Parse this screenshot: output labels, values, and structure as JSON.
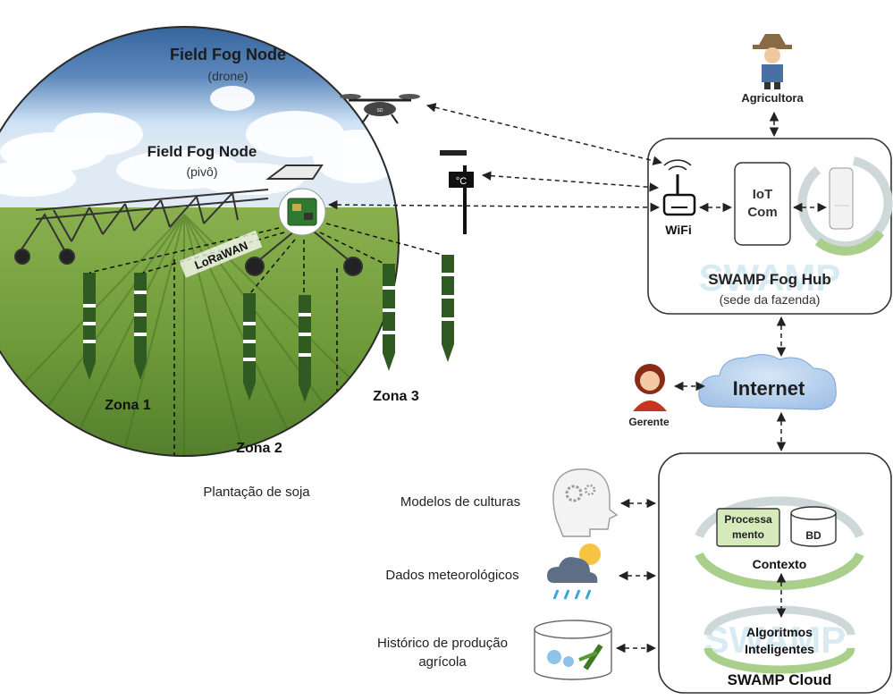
{
  "field": {
    "drone_node_title": "Field Fog Node",
    "drone_node_sub": "(drone)",
    "pivot_node_title": "Field Fog Node",
    "pivot_node_sub": "(pivô)",
    "lorawan": "LoRaWAN",
    "zone1": "Zona 1",
    "zone2": "Zona 2",
    "zone3": "Zona 3",
    "caption": "Plantação de soja",
    "thermo_symbol": "°C"
  },
  "hub": {
    "farmer_label": "Agricultora",
    "wifi_label": "WiFi",
    "iot_line1": "IoT",
    "iot_line2": "Com",
    "title": "SWAMP Fog Hub",
    "subtitle": "(sede da fazenda)",
    "watermark": "SWAMP"
  },
  "internet": {
    "label": "Internet",
    "manager_label": "Gerente"
  },
  "cloud": {
    "processing_line1": "Processa",
    "processing_line2": "mento",
    "bd_label": "BD",
    "context_label": "Contexto",
    "algo_line1": "Algoritmos",
    "algo_line2": "Inteligentes",
    "title": "SWAMP Cloud",
    "watermark": "SWAMP"
  },
  "sources": {
    "models": "Modelos de culturas",
    "weather": "Dados meteorológicos",
    "history_line1": "Histórico de produção",
    "history_line2": "agrícola"
  },
  "colors": {
    "sky_top": "#2f5f97",
    "sky_light": "#cfe2f5",
    "field_green": "#6f9b3a",
    "probe_green": "#2f5a22",
    "internet_cloud": "#b9d3ee",
    "arrow_green": "#a9cf8a",
    "processing_fill": "#d6eabb"
  }
}
